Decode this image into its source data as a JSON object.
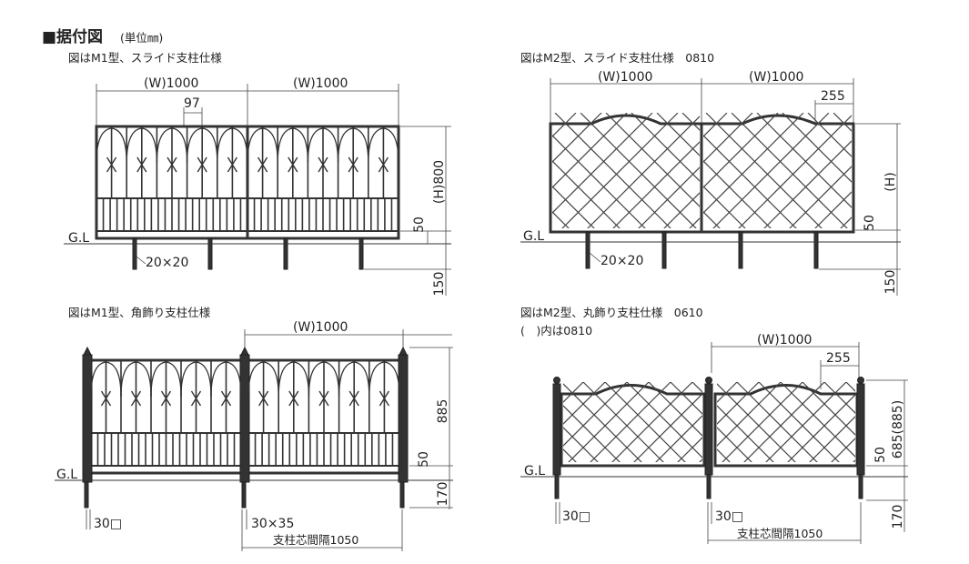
{
  "title": "■据付図",
  "title_unit": "(単位㎜)",
  "panels": {
    "p1": {
      "caption": "図はM1型、スライド支柱仕様",
      "w1": "(W)1000",
      "w2": "(W)1000",
      "pitch": "97",
      "height": "(H)800",
      "base": "50",
      "depth": "150",
      "gl": "G.L",
      "post": "20×20"
    },
    "p2": {
      "caption": "図はM2型、スライド支柱仕様　0810",
      "w1": "(W)1000",
      "w2": "(W)1000",
      "arch": "255",
      "height": "(H)",
      "base": "50",
      "depth": "150",
      "gl": "G.L",
      "post": "20×20"
    },
    "p3": {
      "caption": "図はM1型、角飾り支柱仕様",
      "w1": "(W)1000",
      "height": "885",
      "base": "50",
      "depth": "170",
      "gl": "G.L",
      "post": "30□",
      "post2": "30×35",
      "spacing": "支柱芯間隔1050"
    },
    "p4": {
      "caption": "図はM2型、丸飾り支柱仕様　0610",
      "caption2": "(　)内は0810",
      "w1": "(W)1000",
      "arch": "255",
      "height": "685(885)",
      "base": "50",
      "depth": "170",
      "gl": "G.L",
      "post": "30□",
      "spacing": "支柱芯間隔1050"
    }
  },
  "colors": {
    "line": "#333333",
    "background": "#ffffff"
  }
}
